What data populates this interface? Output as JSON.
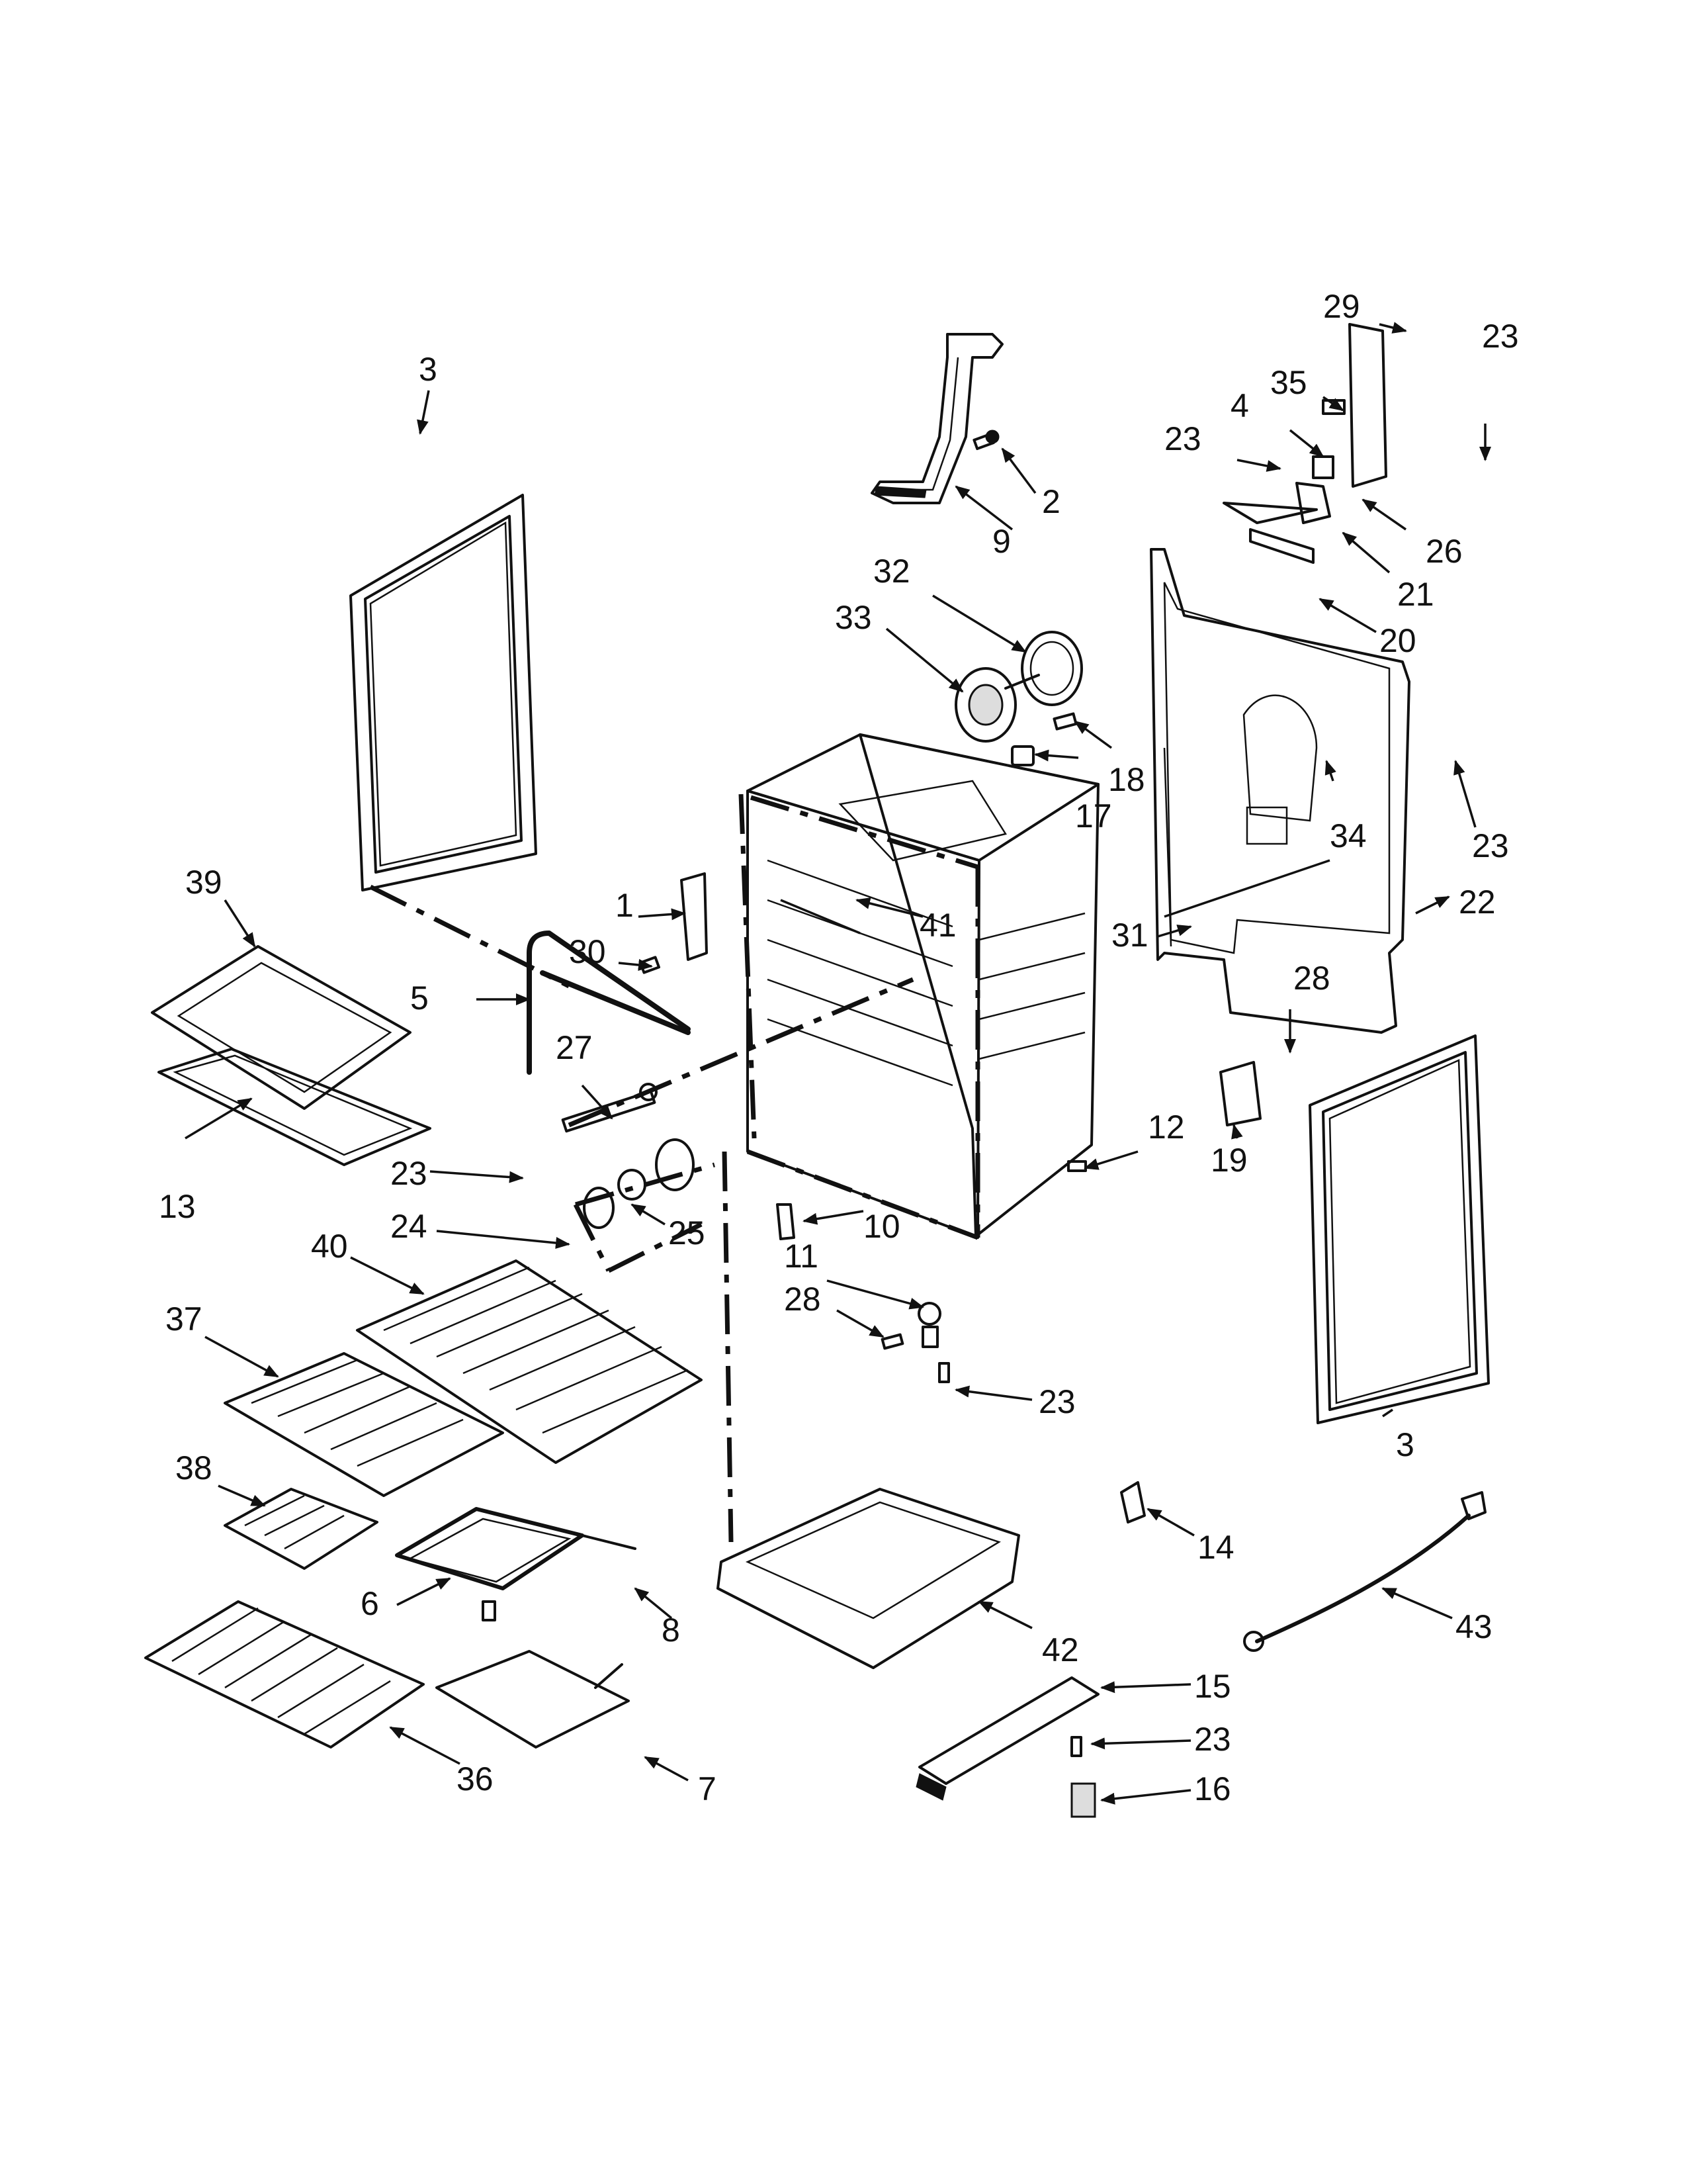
{
  "callouts": {
    "c1": "1",
    "c2": "2",
    "c3_left": "3",
    "c3_right": "3",
    "c4": "4",
    "c5": "5",
    "c6": "6",
    "c7": "7",
    "c8": "8",
    "c9": "9",
    "c10": "10",
    "c11": "11",
    "c12": "12",
    "c13": "13",
    "c14": "14",
    "c15": "15",
    "c16": "16",
    "c17": "17",
    "c18": "18",
    "c19": "19",
    "c20": "20",
    "c21": "21",
    "c22": "22",
    "c23_a": "23",
    "c23_b": "23",
    "c23_c": "23",
    "c23_d": "23",
    "c23_e": "23",
    "c23_f": "23",
    "c24": "24",
    "c25": "25",
    "c26": "26",
    "c27": "27",
    "c28_a": "28",
    "c28_b": "28",
    "c29": "29",
    "c30": "30",
    "c31": "31",
    "c32": "32",
    "c33": "33",
    "c34": "34",
    "c35": "35",
    "c36": "36",
    "c37": "37",
    "c38": "38",
    "c39": "39",
    "c40": "40",
    "c41": "41",
    "c42": "42",
    "c43": "43"
  },
  "colors": {
    "ink": "#111111",
    "paper": "#ffffff"
  }
}
